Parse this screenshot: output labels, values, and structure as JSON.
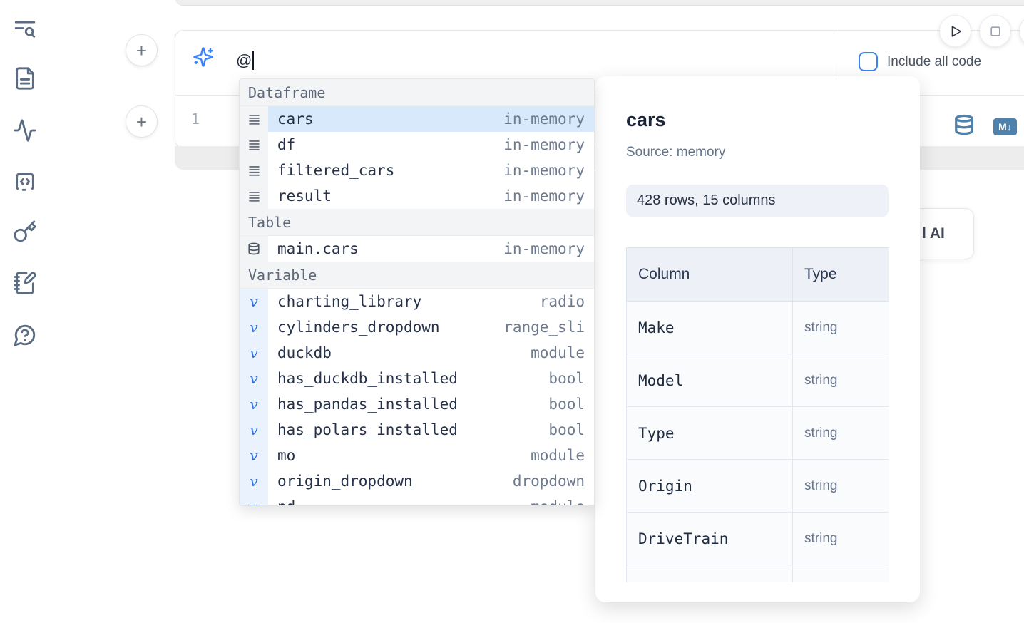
{
  "sidebar": {
    "icons": [
      {
        "name": "toc-search-icon"
      },
      {
        "name": "document-icon"
      },
      {
        "name": "activity-icon"
      },
      {
        "name": "code-snippets-icon"
      },
      {
        "name": "key-icon"
      },
      {
        "name": "scratchpad-icon"
      },
      {
        "name": "help-chat-icon"
      }
    ]
  },
  "add_cell": {
    "label": "+"
  },
  "run_controls": {
    "icons": [
      "play-icon",
      "stop-icon",
      "circle-button-partial"
    ]
  },
  "prompt": {
    "value": "@",
    "icon": "sparkles-icon"
  },
  "include_code": {
    "label": "Include all code",
    "checked": false
  },
  "editor": {
    "line_number": "1",
    "icons": [
      "database-icon",
      "markdown-export-icon"
    ],
    "markdown_badge": "M↓"
  },
  "autocomplete": {
    "sections": [
      {
        "label": "Dataframe",
        "items": [
          {
            "name": "cars",
            "type": "in-memory",
            "icon": "dataframe-icon",
            "selected": true
          },
          {
            "name": "df",
            "type": "in-memory",
            "icon": "dataframe-icon"
          },
          {
            "name": "filtered_cars",
            "type": "in-memory",
            "icon": "dataframe-icon"
          },
          {
            "name": "result",
            "type": "in-memory",
            "icon": "dataframe-icon"
          }
        ]
      },
      {
        "label": "Table",
        "items": [
          {
            "name": "main.cars",
            "type": "in-memory",
            "icon": "table-database-icon"
          }
        ]
      },
      {
        "label": "Variable",
        "items": [
          {
            "name": "charting_library",
            "type": "radio",
            "icon": "variable-icon"
          },
          {
            "name": "cylinders_dropdown",
            "type": "range_sli",
            "icon": "variable-icon"
          },
          {
            "name": "duckdb",
            "type": "module",
            "icon": "variable-icon"
          },
          {
            "name": "has_duckdb_installed",
            "type": "bool",
            "icon": "variable-icon"
          },
          {
            "name": "has_pandas_installed",
            "type": "bool",
            "icon": "variable-icon"
          },
          {
            "name": "has_polars_installed",
            "type": "bool",
            "icon": "variable-icon"
          },
          {
            "name": "mo",
            "type": "module",
            "icon": "variable-icon"
          },
          {
            "name": "origin_dropdown",
            "type": "dropdown",
            "icon": "variable-icon"
          },
          {
            "name": "pd",
            "type": "module",
            "icon": "variable-icon",
            "clipped": true
          }
        ]
      }
    ]
  },
  "preview": {
    "title": "cars",
    "source": "Source: memory",
    "shape": "428 rows, 15 columns",
    "table": {
      "headers": [
        "Column",
        "Type"
      ],
      "rows": [
        [
          "Make",
          "string"
        ],
        [
          "Model",
          "string"
        ],
        [
          "Type",
          "string"
        ],
        [
          "Origin",
          "string"
        ],
        [
          "DriveTrain",
          "string"
        ],
        [
          "",
          ""
        ]
      ]
    }
  },
  "ai_button": {
    "visible_label": "l AI"
  },
  "colors": {
    "accent": "#3b82f6",
    "steel_icon": "#4e81ab",
    "selection_bg": "#d7e9fb",
    "sparkle": "#3f83f8"
  }
}
